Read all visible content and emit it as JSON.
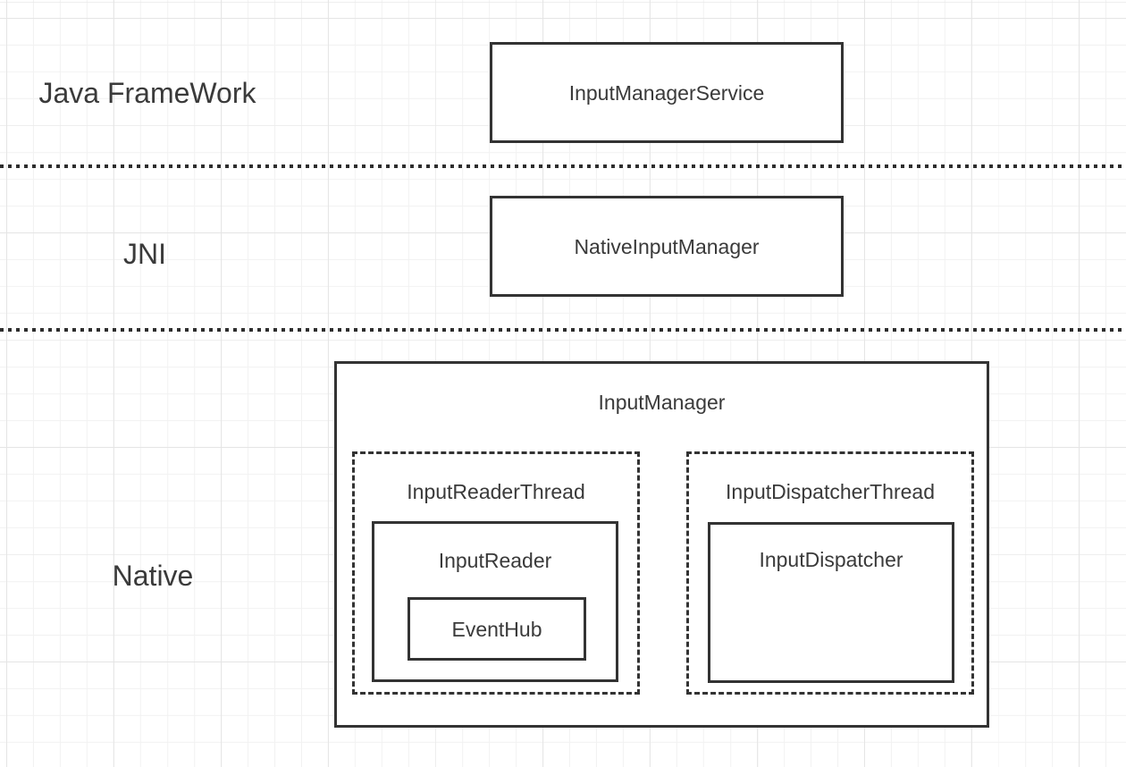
{
  "layers": [
    {
      "label": "Java FrameWork"
    },
    {
      "label": "JNI"
    },
    {
      "label": "Native"
    }
  ],
  "nodes": {
    "inputManagerService": {
      "label": "InputManagerService"
    },
    "nativeInputManager": {
      "label": "NativeInputManager"
    },
    "inputManager": {
      "label": "InputManager"
    },
    "inputReaderThread": {
      "label": "InputReaderThread"
    },
    "inputReader": {
      "label": "InputReader"
    },
    "eventHub": {
      "label": "EventHub"
    },
    "inputDispatcherThread": {
      "label": "InputDispatcherThread"
    },
    "inputDispatcher": {
      "label": "InputDispatcher"
    }
  },
  "colors": {
    "border": "#333333",
    "text": "#3a3a3a",
    "separator": "#2e2e2e",
    "grid_minor": "#f2f2f2",
    "grid_major": "#e5e5e5",
    "background": "#ffffff",
    "node_fill": "#ffffff"
  }
}
